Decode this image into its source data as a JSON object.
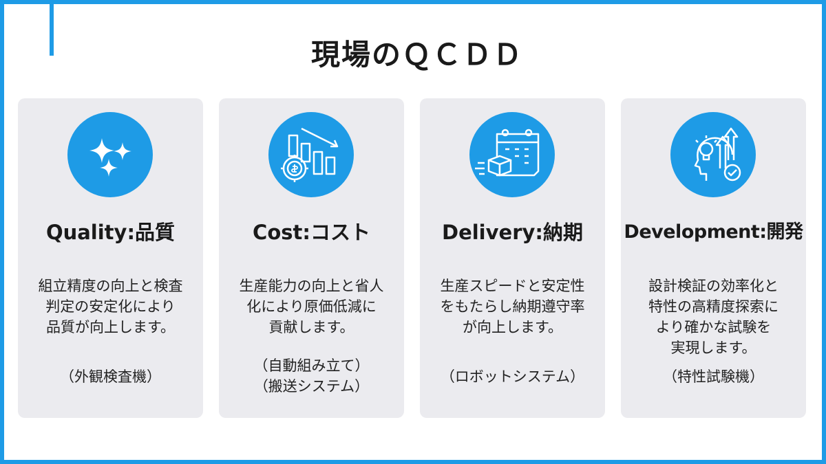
{
  "slide": {
    "title": "現場のＱＣＤＤ",
    "accent_color": "#1e9be6",
    "card_background": "#ebebef"
  },
  "cards": [
    {
      "icon": "sparkles-icon",
      "title": "Quality:品質",
      "desc_lines": [
        "組立精度の向上と検査",
        "判定の安定化により",
        "品質が向上します。"
      ],
      "note_lines": [
        "（外観検査機）"
      ]
    },
    {
      "icon": "cost-reduction-chart-icon",
      "title": "Cost:コスト",
      "desc_lines": [
        "生産能力の向上と省人",
        "化により原価低減に",
        "貢献します。"
      ],
      "note_lines": [
        "（自動組み立て）",
        "（搬送システム）"
      ]
    },
    {
      "icon": "delivery-calendar-icon",
      "title": "Delivery:納期",
      "desc_lines": [
        "生産スピードと安定性",
        "をもたらし納期遵守率",
        "が向上します。"
      ],
      "note_lines": [
        "（ロボットシステム）"
      ]
    },
    {
      "icon": "development-idea-icon",
      "title": "Development:開発",
      "desc_lines": [
        "設計検証の効率化と",
        "特性の高精度探索に",
        "より確かな試験を",
        "実現します。"
      ],
      "note_lines": [
        "（特性試験機）"
      ]
    }
  ]
}
